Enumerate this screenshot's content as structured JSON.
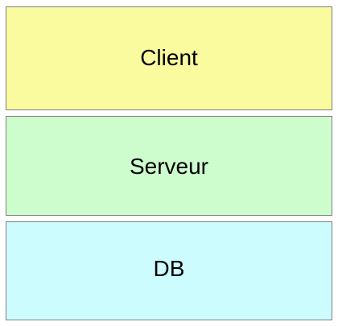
{
  "layers": [
    {
      "label": "Client",
      "color": "#fafa9f"
    },
    {
      "label": "Serveur",
      "color": "#cdfccd"
    },
    {
      "label": "DB",
      "color": "#cdfcff"
    }
  ]
}
